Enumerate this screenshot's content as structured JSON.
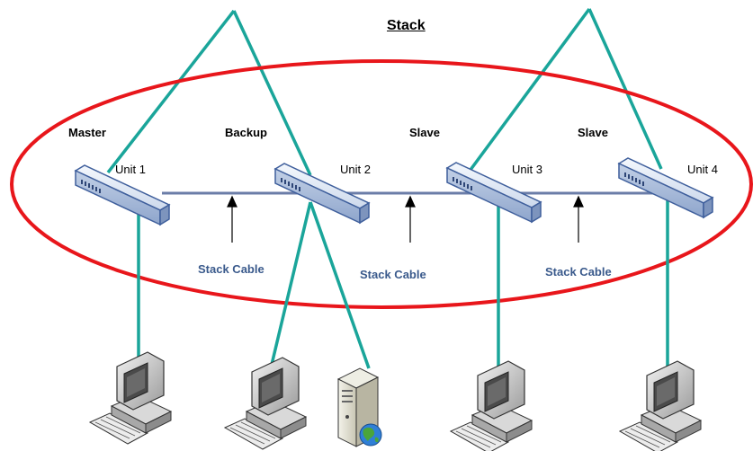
{
  "title": "Stack",
  "units": [
    {
      "role": "Master",
      "unit_label": "Unit 1"
    },
    {
      "role": "Backup",
      "unit_label": "Unit 2"
    },
    {
      "role": "Slave",
      "unit_label": "Unit 3"
    },
    {
      "role": "Slave",
      "unit_label": "Unit 4"
    }
  ],
  "stack_cables": [
    "Stack Cable",
    "Stack Cable",
    "Stack Cable"
  ],
  "colors": {
    "stack_ring": "#e8161b",
    "uplink": "#1aa59a",
    "stack_cable": "#6b7da8",
    "cable_label": "#3a5a8c",
    "switch_body": "#dde6f3",
    "switch_edge": "#3f5f9c"
  },
  "icons": [
    "switch-icon",
    "pc-icon",
    "server-icon",
    "globe-icon"
  ]
}
